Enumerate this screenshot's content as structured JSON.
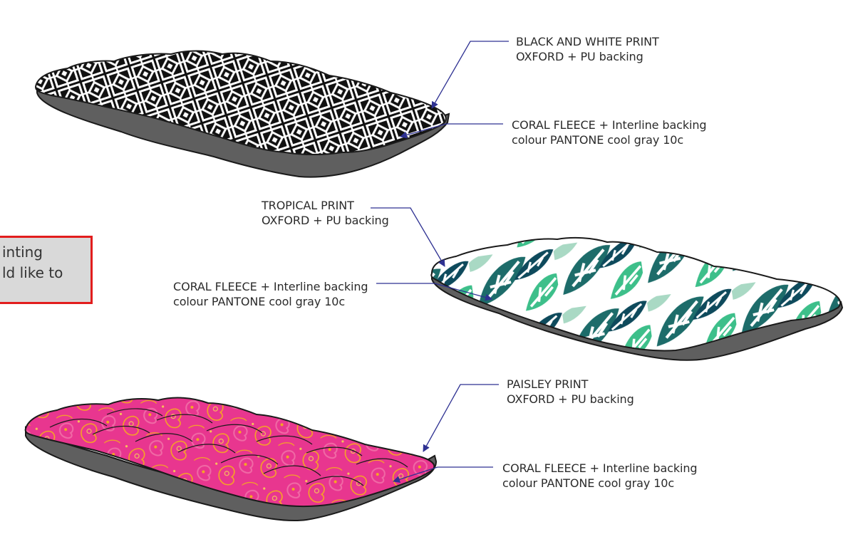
{
  "cushions": [
    {
      "id": "black-white",
      "top_label": {
        "line1": "BLACK AND WHITE PRINT",
        "line2": "OXFORD + PU backing"
      },
      "bottom_label": {
        "line1": "CORAL FLEECE + Interline backing",
        "line2": "colour PANTONE cool gray 10c"
      },
      "print_colors": [
        "#111111",
        "#ffffff"
      ]
    },
    {
      "id": "tropical",
      "top_label": {
        "line1": "TROPICAL PRINT",
        "line2": "OXFORD + PU backing"
      },
      "bottom_label": {
        "line1": "CORAL FLEECE + Interline backing",
        "line2": "colour PANTONE cool gray 10c"
      },
      "print_colors": [
        "#1d6c6a",
        "#3dbf8a",
        "#0e4a5c",
        "#ffffff",
        "#a9d9c4"
      ]
    },
    {
      "id": "paisley",
      "top_label": {
        "line1": "PAISLEY PRINT",
        "line2": "OXFORD + PU backing"
      },
      "bottom_label": {
        "line1": "CORAL FLEECE + Interline backing",
        "line2": "colour PANTONE cool gray 10c"
      },
      "print_colors": [
        "#e8368f",
        "#f06aa5",
        "#f5a623"
      ]
    }
  ],
  "note": {
    "line1": "inting",
    "line2": "ld like to"
  },
  "colors": {
    "base_gray": "#5f5f5f",
    "outline": "#1a1a1a",
    "leader_line": "#2e3192",
    "note_border": "#e21d1d",
    "note_fill": "#d9d9d9"
  }
}
